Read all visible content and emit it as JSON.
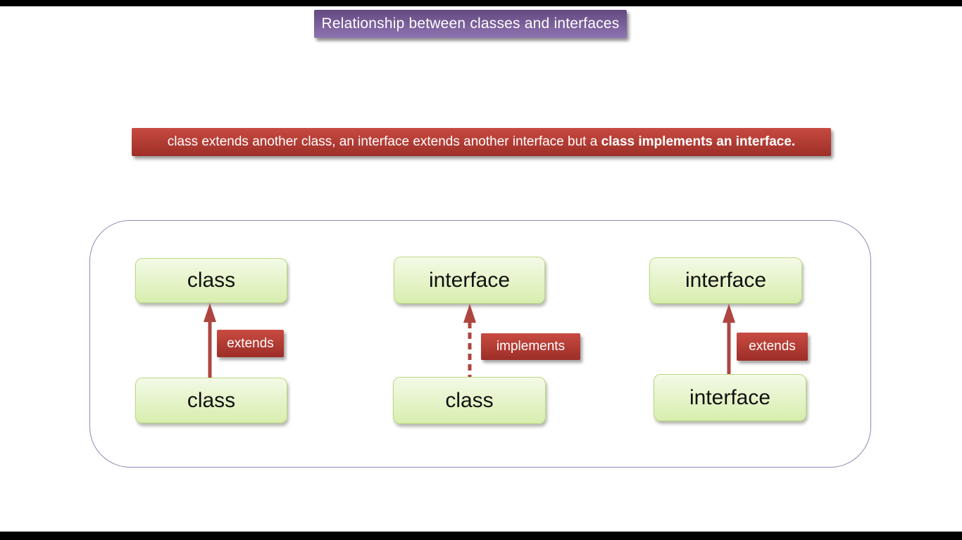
{
  "title": {
    "label": "Relationship between classes and interfaces"
  },
  "note": {
    "prefix": "class extends another class, an interface extends another interface but a ",
    "bold": "class implements an interface.",
    "suffix": ""
  },
  "diagram": {
    "columns": [
      {
        "top_box": "class",
        "bottom_box": "class",
        "relation": "extends",
        "arrow_style": "solid"
      },
      {
        "top_box": "interface",
        "bottom_box": "class",
        "relation": "implements",
        "arrow_style": "dashed"
      },
      {
        "top_box": "interface",
        "bottom_box": "interface",
        "relation": "extends",
        "arrow_style": "solid"
      }
    ]
  },
  "colors": {
    "title_bg_top": "#63497f",
    "title_bg_bottom": "#8f74b3",
    "note_bg_top": "#c74a41",
    "note_bg_bottom": "#9d2f28",
    "label_bg_top": "#c84b42",
    "label_bg_bottom": "#9c2e27",
    "box_fill_top": "#f3fae7",
    "box_fill_bottom": "#d8eeae",
    "box_border": "#bcd981",
    "arrow": "#ae4540",
    "container_border": "#9089b6",
    "letterbox": "#000000"
  }
}
